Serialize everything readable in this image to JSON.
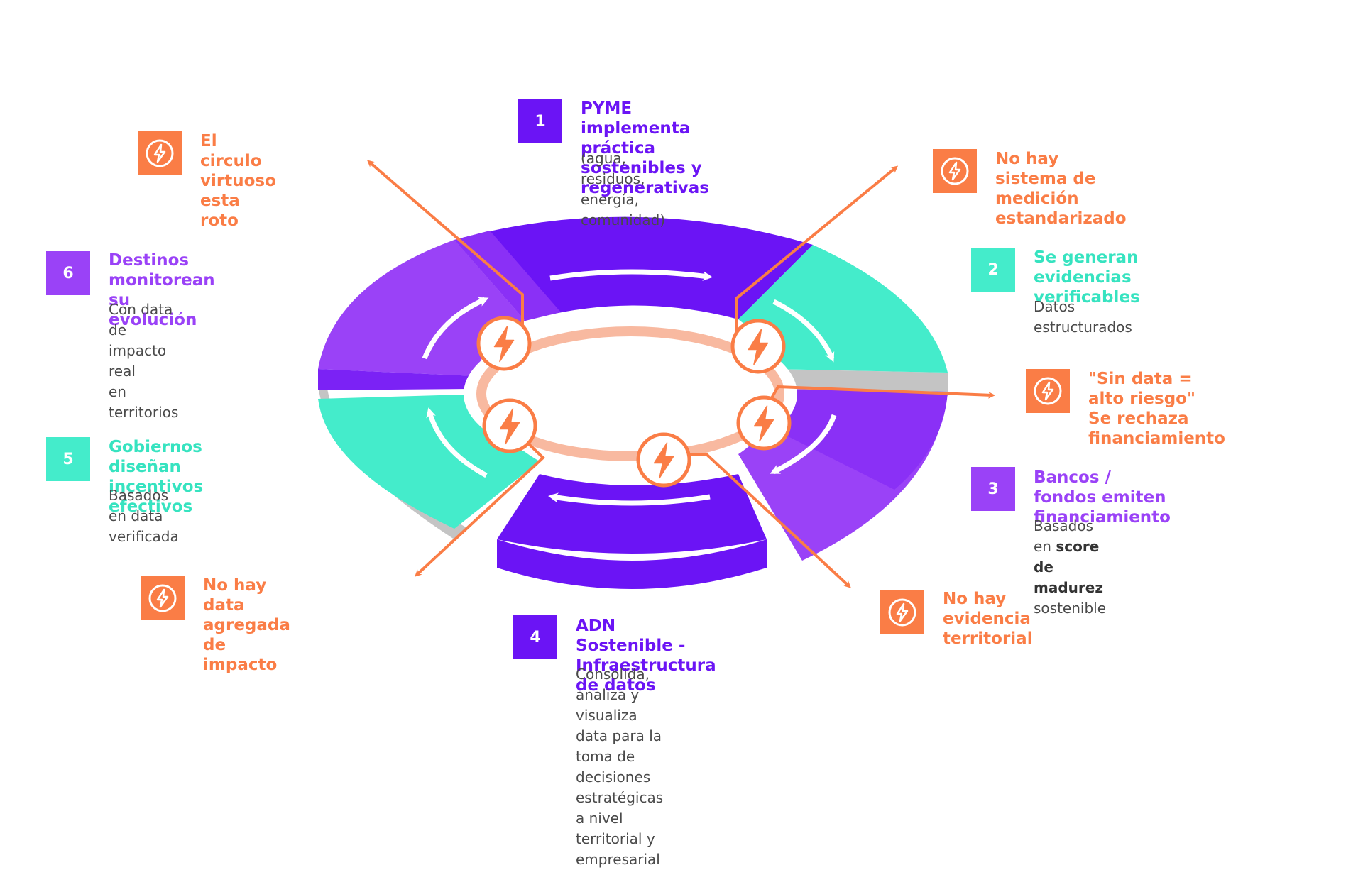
{
  "steps": [
    {
      "num": "1",
      "title": "PYME implementa práctica\nsostenibles y regenerativas",
      "desc": "(agua, residuos, energía,\ncomunidad)"
    },
    {
      "num": "2",
      "title": "Se generan evidencias\nverificables",
      "desc": "Datos estructurados"
    },
    {
      "num": "3",
      "title": "Bancos / fondos emiten\nfinanciamiento",
      "desc_pre": "Basados en ",
      "desc_bold1": "score de",
      "desc_bold2": "madurez",
      "desc_post": " sostenible"
    },
    {
      "num": "4",
      "title": "ADN Sostenible -\nInfraestructura de datos",
      "desc": "Consolida, analiza y visualiza data para la toma de\ndecisiones estratégicas a nivel territorial y empresarial"
    },
    {
      "num": "5",
      "title": "Gobiernos diseñan\nincentivos efectivos",
      "desc": "Basados en data verificada"
    },
    {
      "num": "6",
      "title": "Destinos monitorean su\nevolución",
      "desc": "Con data de impacto real\nen territorios"
    }
  ],
  "warnings": [
    {
      "text": "El circulo virtuoso\nesta roto"
    },
    {
      "text": "No hay sistema de\nmedición estandarizado"
    },
    {
      "text": "\"Sin data = alto riesgo\"\nSe rechaza financiamiento"
    },
    {
      "text": "No hay evidencia\nterritorial"
    },
    {
      "text": "No hay data\nagregada de impacto"
    }
  ],
  "colors": {
    "purple_dark": "#6b14f5",
    "purple": "#9a42f7",
    "teal": "#44eccb",
    "orange": "#fa7d46",
    "gray": "#c4c4c4",
    "salmon": "#f8b9a0"
  },
  "icons": {
    "warning": "lightning-bolt-icon",
    "flow": "curved-arrow-icon"
  }
}
